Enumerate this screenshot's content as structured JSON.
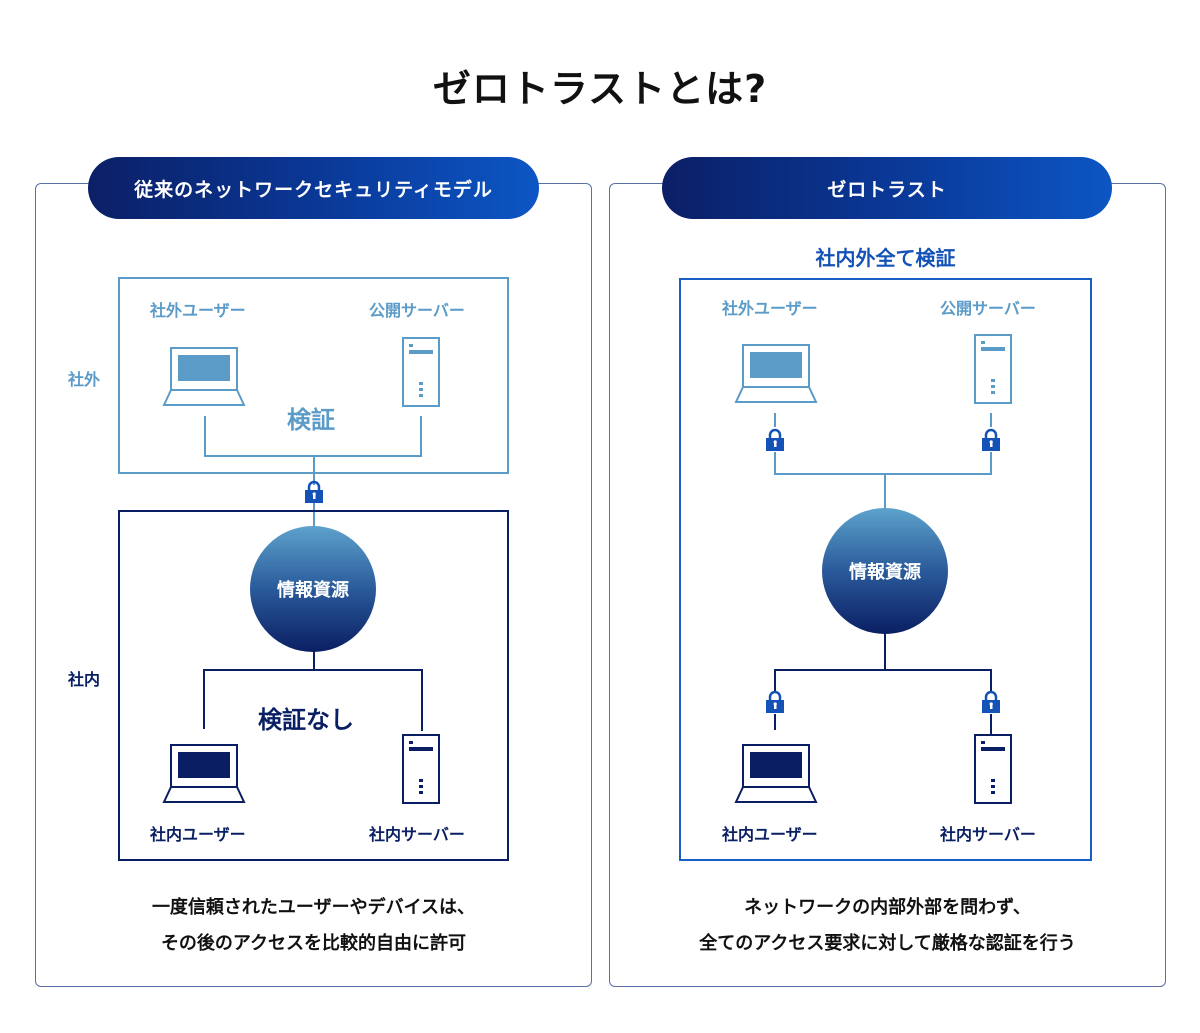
{
  "title": "ゼロトラストとは?",
  "left_panel": {
    "header": "従来のネットワークセキュリティモデル",
    "zone_outside_label": "社外",
    "zone_inside_label": "社内",
    "outside": {
      "user_label": "社外ユーザー",
      "server_label": "公開サーバー",
      "verify_label": "検証"
    },
    "resource_label": "情報資源",
    "inside": {
      "no_verify_label": "検証なし",
      "user_label": "社内ユーザー",
      "server_label": "社内サーバー"
    },
    "caption_line1": "一度信頼されたユーザーやデバイスは、",
    "caption_line2": "その後のアクセスを比較的自由に許可"
  },
  "right_panel": {
    "header": "ゼロトラスト",
    "subheading": "社内外全て検証",
    "outside": {
      "user_label": "社外ユーザー",
      "server_label": "公開サーバー"
    },
    "resource_label": "情報資源",
    "inside": {
      "user_label": "社内ユーザー",
      "server_label": "社内サーバー"
    },
    "caption_line1": "ネットワークの内部外部を問わず、",
    "caption_line2": "全てのアクセス要求に対して厳格な認証を行う"
  },
  "colors": {
    "light_blue": "#5b9bc8",
    "dark_navy": "#0a1f63",
    "accent_blue": "#1452b8",
    "lock_blue": "#1452b8"
  }
}
